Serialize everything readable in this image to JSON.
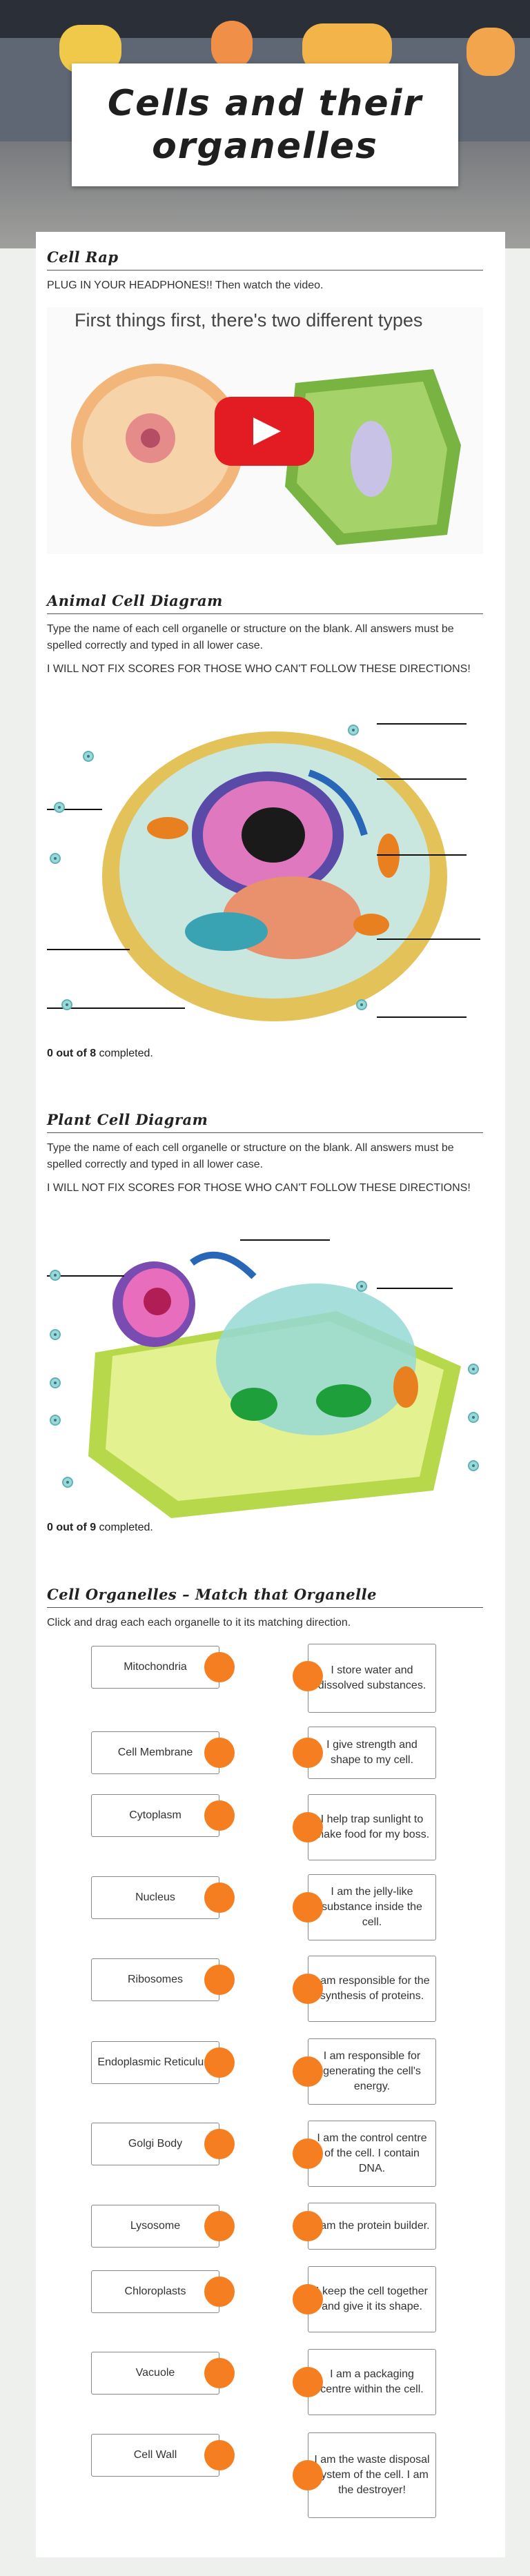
{
  "header": {
    "title": "Cells and their organelles"
  },
  "sections": {
    "cell_rap": {
      "heading": "Cell Rap",
      "instruction": "PLUG IN YOUR HEADPHONES!! Then watch the video.",
      "video_caption": "First things first, there's two different types"
    },
    "animal": {
      "heading": "Animal Cell Diagram",
      "instruction": "Type the name of each cell organelle or structure on the blank. All answers must be spelled correctly and typed in all lower case.",
      "warning": "I WILL NOT FIX SCORES FOR THOSE WHO CAN'T FOLLOW THESE DIRECTIONS!",
      "score": "0 out of 8",
      "score_suffix": " completed."
    },
    "plant": {
      "heading": "Plant Cell Diagram",
      "instruction": "Type the name of each cell organelle or structure on the blank. All answers must be spelled correctly and typed in all lower case.",
      "warning": "I WILL NOT FIX SCORES FOR THOSE WHO CAN'T FOLLOW THESE DIRECTIONS!",
      "score": "0 out of 9",
      "score_suffix": " completed."
    },
    "match": {
      "heading": "Cell Organelles – Match that Organelle",
      "instruction": "Click and drag each each organelle to it its matching direction.",
      "left": [
        "Mitochondria",
        "Cell Membrane",
        "Cytoplasm",
        "Nucleus",
        "Ribosomes",
        "Endoplasmic Reticulum",
        "Golgi Body",
        "Lysosome",
        "Chloroplasts",
        "Vacuole",
        "Cell Wall"
      ],
      "right": [
        "I store water and dissolved substances.",
        "I give strength and shape to my cell.",
        "I help trap sunlight to make food for my boss.",
        "I am the jelly-like substance inside the cell.",
        "I am responsible for the synthesis of proteins.",
        "I am responsible for generating the cell's energy.",
        "I am the control centre of the cell. I contain DNA.",
        "I am the protein builder.",
        "I keep the cell together and give it its shape.",
        "I am a packaging centre within the cell.",
        "I am the waste disposal system of the cell. I am the destroyer!"
      ]
    }
  },
  "colors": {
    "accent": "#f57f20",
    "play": "#e31b23"
  }
}
